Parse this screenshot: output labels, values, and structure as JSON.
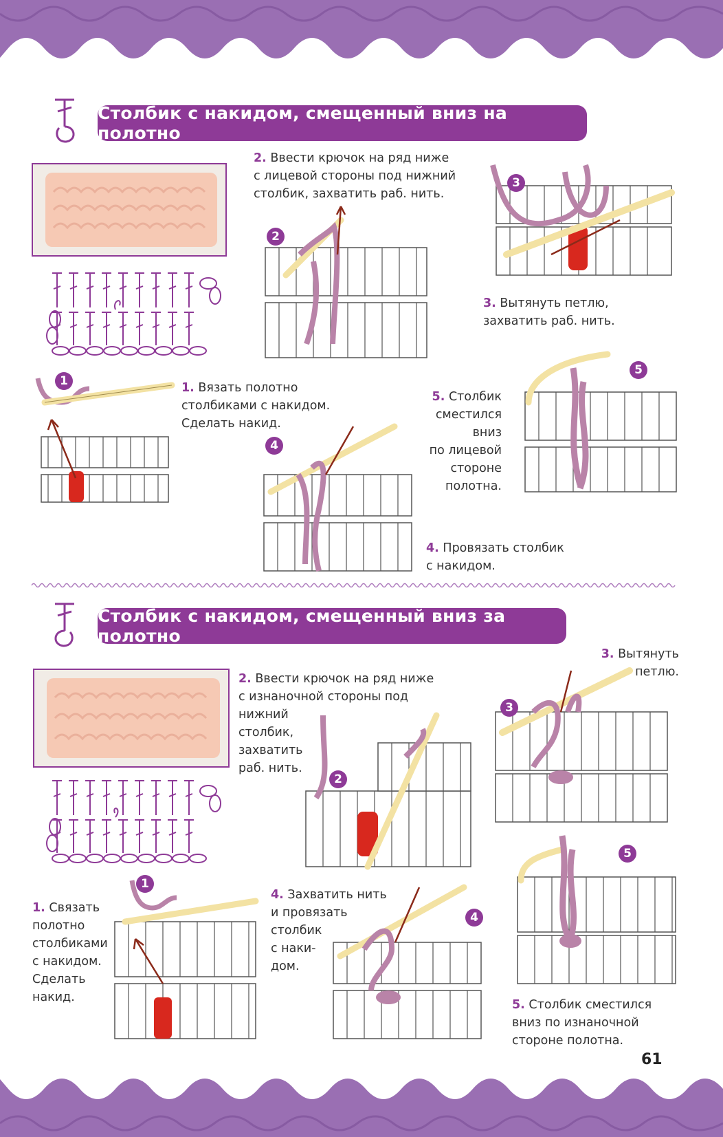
{
  "page": {
    "number": "61",
    "colors": {
      "accent": "#8e3a97",
      "yarn_trim": "#9a6fb3",
      "swatch": "#f6c9b4",
      "hook": "#f3e2a3",
      "yarn_working": "#b983a8",
      "stitch_highlight": "#d8281e"
    }
  },
  "section1": {
    "title": "Столбик с накидом, смещенный вниз на полотно",
    "symbol_icon": "front-post-double-crochet-symbol",
    "steps": [
      {
        "num": "1.",
        "line1": "Вязать полотно",
        "line2": "столбиками с накидом.",
        "line3": "Сделать накид."
      },
      {
        "num": "2.",
        "line1": "Ввести крючок на ряд ниже",
        "line2": "с лицевой стороны под нижний",
        "line3": "столбик, захватить раб. нить."
      },
      {
        "num": "3.",
        "line1": "Вытянуть петлю,",
        "line2": "захватить раб. нить."
      },
      {
        "num": "4.",
        "line1": "Провязать столбик",
        "line2": "с накидом."
      },
      {
        "num": "5.",
        "line1": "Столбик",
        "line2": "сместился вниз",
        "line3": "по лицевой",
        "line4": "стороне",
        "line5": "полотна."
      }
    ],
    "badges": [
      "1",
      "2",
      "3",
      "4",
      "5"
    ]
  },
  "section2": {
    "title": "Столбик с накидом, смещенный вниз за полотно",
    "symbol_icon": "back-post-double-crochet-symbol",
    "steps": [
      {
        "num": "1.",
        "line1": "Связать",
        "line2": "полотно",
        "line3": "столбиками",
        "line4": "с накидом.",
        "line5": "Сделать",
        "line6": "накид."
      },
      {
        "num": "2.",
        "line1": "Ввести крючок на ряд ниже",
        "line2": "с изнаночной стороны под",
        "line3": "нижний",
        "line4": "столбик,",
        "line5": "захватить",
        "line6": "раб. нить."
      },
      {
        "num": "3.",
        "line1": "Вытянуть",
        "line2": "петлю."
      },
      {
        "num": "4.",
        "line1": "Захватить нить",
        "line2": "и провязать",
        "line3": "столбик",
        "line4": "с наки-",
        "line5": "дом."
      },
      {
        "num": "5.",
        "line1": "Столбик сместился",
        "line2": "вниз по изнаночной",
        "line3": "стороне полотна."
      }
    ],
    "badges": [
      "1",
      "2",
      "3",
      "4",
      "5"
    ]
  }
}
